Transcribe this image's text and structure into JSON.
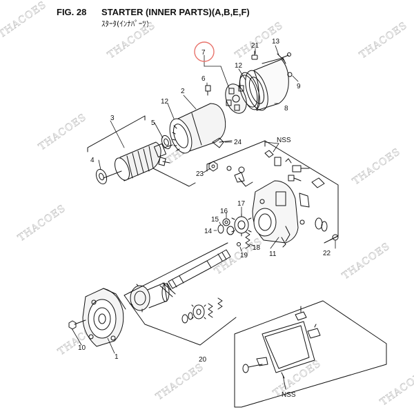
{
  "header": {
    "fig_label": "FIG. 28",
    "title": "STARTER (INNER PARTS)(A,B,E,F)",
    "subtitle": "ｽﾀｰﾀ(ｲﾝﾅﾊﾟｰﾂ)"
  },
  "watermark_text": "THACOES",
  "highlight_color": "#e8736b",
  "callouts": [
    "1",
    "2",
    "3",
    "4",
    "5",
    "6",
    "7",
    "8",
    "9",
    "10",
    "11",
    "12",
    "12",
    "13",
    "14",
    "15",
    "16",
    "17",
    "18",
    "19",
    "20",
    "21",
    "22",
    "23",
    "24"
  ],
  "nss_labels": [
    "NSS",
    "NSS"
  ]
}
